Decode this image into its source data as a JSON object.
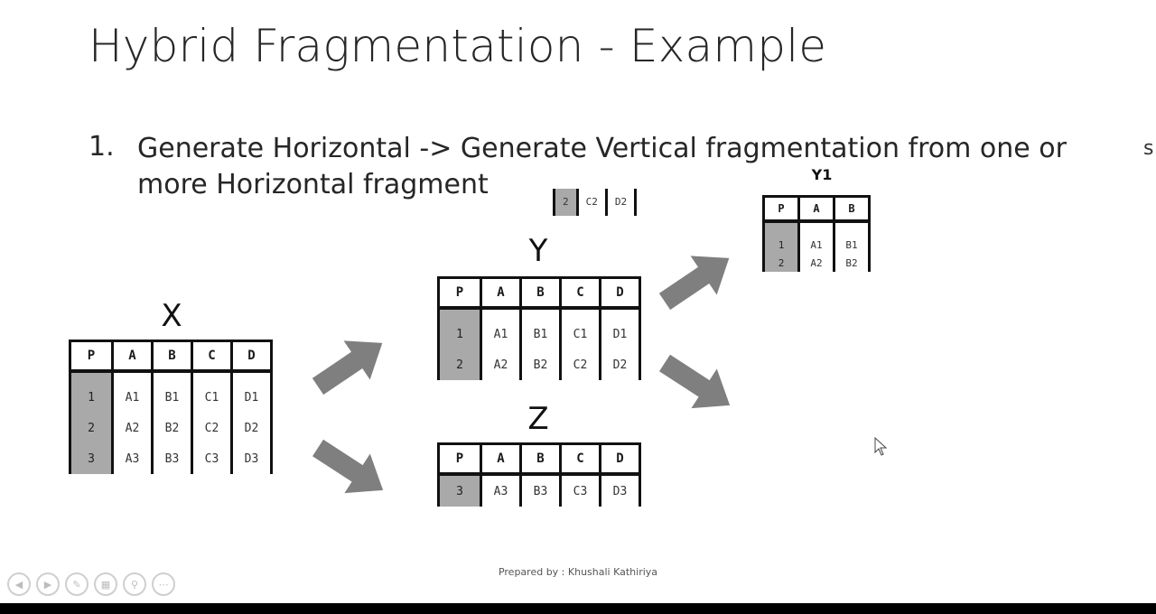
{
  "slide": {
    "title": "Hybrid Fragmentation - Example",
    "bullet_number": "1.",
    "bullet_text": "Generate Horizontal -> Generate Vertical fragmentation from one or more Horizontal fragment",
    "edge_glyph": "s",
    "footer": "Prepared by  : Khushali Kathiriya"
  },
  "fragment_strip": [
    "2",
    "C2",
    "D2"
  ],
  "tables": {
    "x": {
      "name": "X",
      "columns": [
        "P",
        "A",
        "B",
        "C",
        "D"
      ],
      "rows": [
        [
          "1",
          "A1",
          "B1",
          "C1",
          "D1"
        ],
        [
          "2",
          "A2",
          "B2",
          "C2",
          "D2"
        ],
        [
          "3",
          "A3",
          "B3",
          "C3",
          "D3"
        ]
      ]
    },
    "y": {
      "name": "Y",
      "columns": [
        "P",
        "A",
        "B",
        "C",
        "D"
      ],
      "rows": [
        [
          "1",
          "A1",
          "B1",
          "C1",
          "D1"
        ],
        [
          "2",
          "A2",
          "B2",
          "C2",
          "D2"
        ]
      ]
    },
    "z": {
      "name": "Z",
      "columns": [
        "P",
        "A",
        "B",
        "C",
        "D"
      ],
      "rows": [
        [
          "3",
          "A3",
          "B3",
          "C3",
          "D3"
        ]
      ]
    },
    "y1": {
      "name": "Y1",
      "columns": [
        "P",
        "A",
        "B"
      ],
      "rows": [
        [
          "1",
          "A1",
          "B1"
        ],
        [
          "2",
          "A2",
          "B2"
        ]
      ]
    }
  },
  "colors": {
    "arrow": "#7f7f7f",
    "key_column": "#a9a9a9",
    "bottom_bar": "#000000"
  },
  "icons": [
    "arrow-right-icon",
    "arrow-left-icon",
    "pen-icon",
    "slides-icon",
    "zoom-icon",
    "more-icon",
    "mouse-pointer-icon"
  ]
}
